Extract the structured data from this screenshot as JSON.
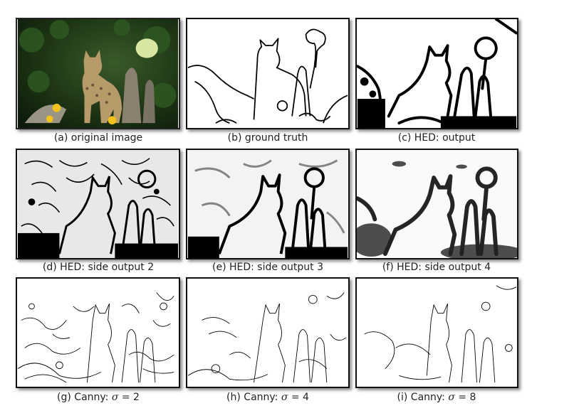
{
  "figure": {
    "panels": [
      {
        "id": "a",
        "caption": "(a) original image"
      },
      {
        "id": "b",
        "caption": "(b) ground truth"
      },
      {
        "id": "c",
        "caption": "(c) HED: output"
      },
      {
        "id": "d",
        "caption": "(d) HED: side output 2"
      },
      {
        "id": "e",
        "caption": "(e) HED: side output 3"
      },
      {
        "id": "f",
        "caption": "(f) HED: side output 4"
      },
      {
        "id": "g",
        "caption_prefix": "(g) Canny: ",
        "caption_symbol": "σ",
        "caption_suffix": " = 2"
      },
      {
        "id": "h",
        "caption_prefix": "(h) Canny: ",
        "caption_symbol": "σ",
        "caption_suffix": " = 4"
      },
      {
        "id": "i",
        "caption_prefix": "(i) Canny:  ",
        "caption_symbol": "σ",
        "caption_suffix": " = 8"
      }
    ]
  }
}
